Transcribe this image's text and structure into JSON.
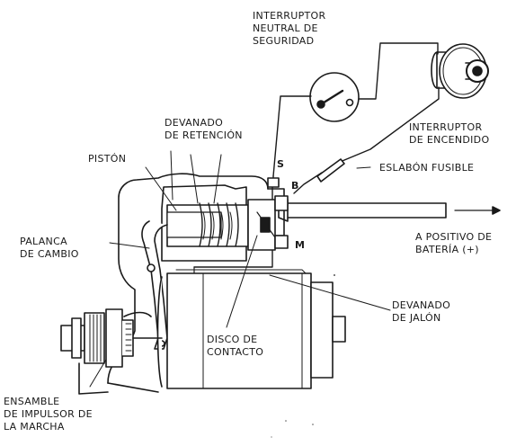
{
  "labels": {
    "interruptor_neutral": [
      "INTERRUPTOR",
      "NEUTRAL DE",
      "SEGURIDAD"
    ],
    "interruptor_encendido": [
      "INTERRUPTOR",
      "DE ENCENDIDO"
    ],
    "devanado_retencion": [
      "DEVANADO",
      "DE RETENCIÓN"
    ],
    "piston": "PISTÓN",
    "eslabon_fusible": "ESLABÓN FUSIBLE",
    "palanca_cambio": [
      "PALANCA",
      "DE CAMBIO"
    ],
    "positivo_bateria": [
      "A POSITIVO DE",
      "BATERÍA (+)"
    ],
    "devanado_jalon": [
      "DEVANADO",
      "DE JALÓN"
    ],
    "disco_contacto": [
      "DISCO DE",
      "CONTACTO"
    ],
    "ensamble_impulsor": [
      "ENSAMBLE",
      "DE IMPULSOR DE",
      "LA MARCHA"
    ]
  },
  "terminals": {
    "s": "S",
    "b": "B",
    "m": "M"
  },
  "colors": {
    "ink": "#1a1a1a",
    "paper": "#ffffff",
    "shade": "#d9d9d9"
  }
}
